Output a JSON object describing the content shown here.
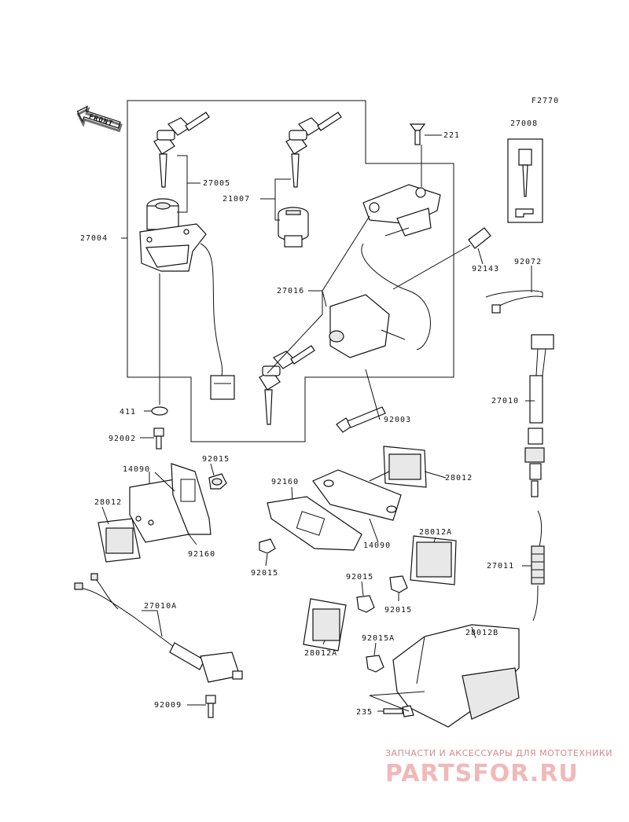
{
  "diagram_code": "F2770",
  "front_label": "FRONT",
  "parts": [
    {
      "id": "p27004",
      "label": "27004"
    },
    {
      "id": "p27005",
      "label": "27005"
    },
    {
      "id": "p21007",
      "label": "21007"
    },
    {
      "id": "p221",
      "label": "221"
    },
    {
      "id": "p27008",
      "label": "27008"
    },
    {
      "id": "p92143",
      "label": "92143"
    },
    {
      "id": "p92072",
      "label": "92072"
    },
    {
      "id": "p27016",
      "label": "27016"
    },
    {
      "id": "p27010",
      "label": "27010"
    },
    {
      "id": "p411",
      "label": "411"
    },
    {
      "id": "p92003",
      "label": "92003"
    },
    {
      "id": "p92002",
      "label": "92002"
    },
    {
      "id": "p92015a",
      "label": "92015"
    },
    {
      "id": "p14090a",
      "label": "14090"
    },
    {
      "id": "p28012a",
      "label": "28012"
    },
    {
      "id": "p92160a",
      "label": "92160"
    },
    {
      "id": "p92160b",
      "label": "92160"
    },
    {
      "id": "p28012b",
      "label": "28012"
    },
    {
      "id": "p14090b",
      "label": "14090"
    },
    {
      "id": "p92015b",
      "label": "92015"
    },
    {
      "id": "p28012A1",
      "label": "28012A"
    },
    {
      "id": "p27011",
      "label": "27011"
    },
    {
      "id": "p92015c",
      "label": "92015"
    },
    {
      "id": "p92015d",
      "label": "92015"
    },
    {
      "id": "p27010A",
      "label": "27010A"
    },
    {
      "id": "p28012A2",
      "label": "28012A"
    },
    {
      "id": "p28012B",
      "label": "28012B"
    },
    {
      "id": "p92015A",
      "label": "92015A"
    },
    {
      "id": "p92009",
      "label": "92009"
    },
    {
      "id": "p235",
      "label": "235"
    }
  ],
  "watermark": {
    "tagline": "ЗАПЧАСТИ И АКСЕССУАРЫ ДЛЯ МОТОТЕХНИКИ",
    "logo": "PARTSFOR.RU"
  },
  "colors": {
    "line": "#111111",
    "watermark": "#e08a8a"
  }
}
